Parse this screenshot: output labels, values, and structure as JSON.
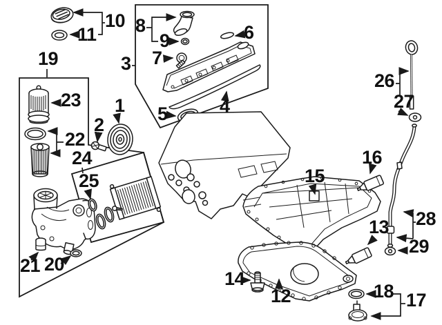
{
  "colors": {
    "background": "#ffffff",
    "line": "#1a1a1a",
    "text": "#111111"
  },
  "callouts": {
    "c1": "1",
    "c2": "2",
    "c3": "3",
    "c4": "4",
    "c5": "5",
    "c6": "6",
    "c7": "7",
    "c8": "8",
    "c9": "9",
    "c10": "10",
    "c11": "11",
    "c12": "12",
    "c13": "13",
    "c14": "14",
    "c15": "15",
    "c16": "16",
    "c17": "17",
    "c18": "18",
    "c19": "19",
    "c20": "20",
    "c21": "21",
    "c22": "22",
    "c23": "23",
    "c24": "24",
    "c25": "25",
    "c26": "26",
    "c27": "27",
    "c28": "28",
    "c29": "29"
  }
}
